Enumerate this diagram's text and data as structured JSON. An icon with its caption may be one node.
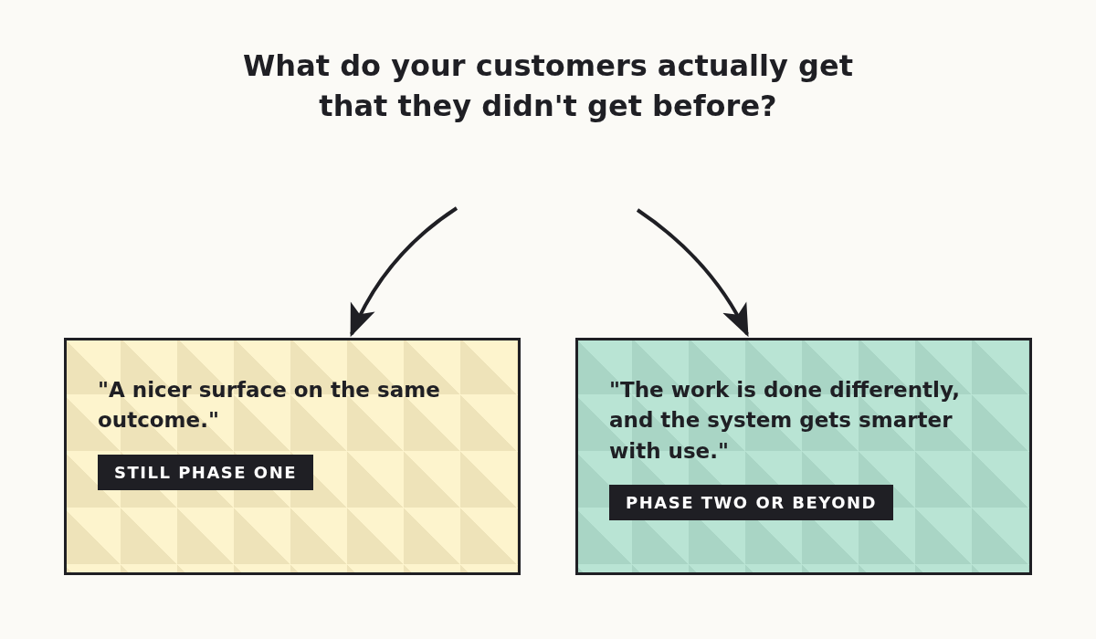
{
  "diagram": {
    "title": "What do your customers actually get that they didn't get before?",
    "nodes": [
      {
        "text": [
          "\"A nicer surface on the same outcome.\""
        ]
      },
      {
        "text": [
          "STILL PHASE ONE"
        ],
        "in": 0
      },
      {
        "text": [
          "\"The work is done differently, and the system gets smarter with use.\""
        ]
      },
      {
        "text": [
          "PHASE TWO OR BEYOND"
        ],
        "in": 2
      }
    ],
    "edges": [
      {
        "from": null,
        "to": 0,
        "arrow": "to"
      },
      {
        "from": null,
        "to": 2,
        "arrow": "to"
      }
    ]
  }
}
